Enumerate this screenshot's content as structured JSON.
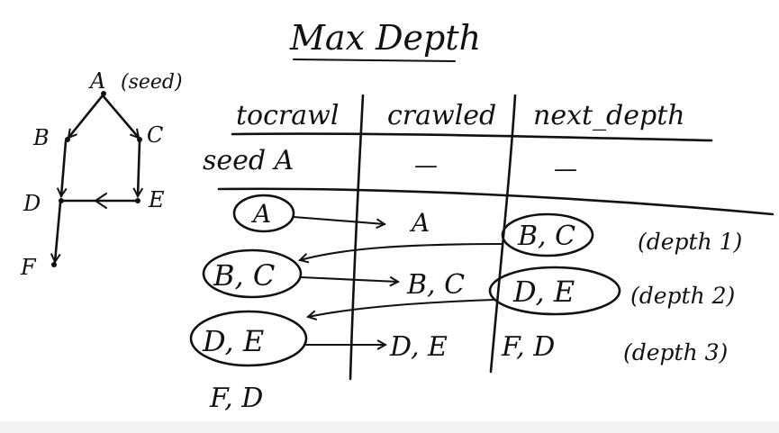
{
  "title": "Max Depth",
  "graph": {
    "nodes": [
      {
        "id": "A",
        "label": "A",
        "note": "(seed)"
      },
      {
        "id": "B",
        "label": "B"
      },
      {
        "id": "C",
        "label": "C"
      },
      {
        "id": "D",
        "label": "D"
      },
      {
        "id": "E",
        "label": "E"
      },
      {
        "id": "F",
        "label": "F"
      }
    ],
    "edges": [
      {
        "from": "A",
        "to": "B"
      },
      {
        "from": "A",
        "to": "C"
      },
      {
        "from": "B",
        "to": "D"
      },
      {
        "from": "C",
        "to": "E"
      },
      {
        "from": "E",
        "to": "D"
      },
      {
        "from": "D",
        "to": "F"
      }
    ]
  },
  "table": {
    "headers": [
      "tocrawl",
      "crawled",
      "next_depth"
    ],
    "seed_row": {
      "tocrawl": "seed A",
      "crawled": "—",
      "next_depth": "—"
    },
    "rows": [
      {
        "tocrawl": "A",
        "crawled": "A",
        "next_depth": "B, C",
        "depth_note": "(depth 1)"
      },
      {
        "tocrawl": "B, C",
        "crawled": "B, C",
        "next_depth": "D, E",
        "depth_note": "(depth 2)"
      },
      {
        "tocrawl": "D, E",
        "crawled": "D, E",
        "next_depth": "F, D",
        "depth_note": "(depth 3)"
      }
    ],
    "final_tocrawl": "F, D"
  }
}
